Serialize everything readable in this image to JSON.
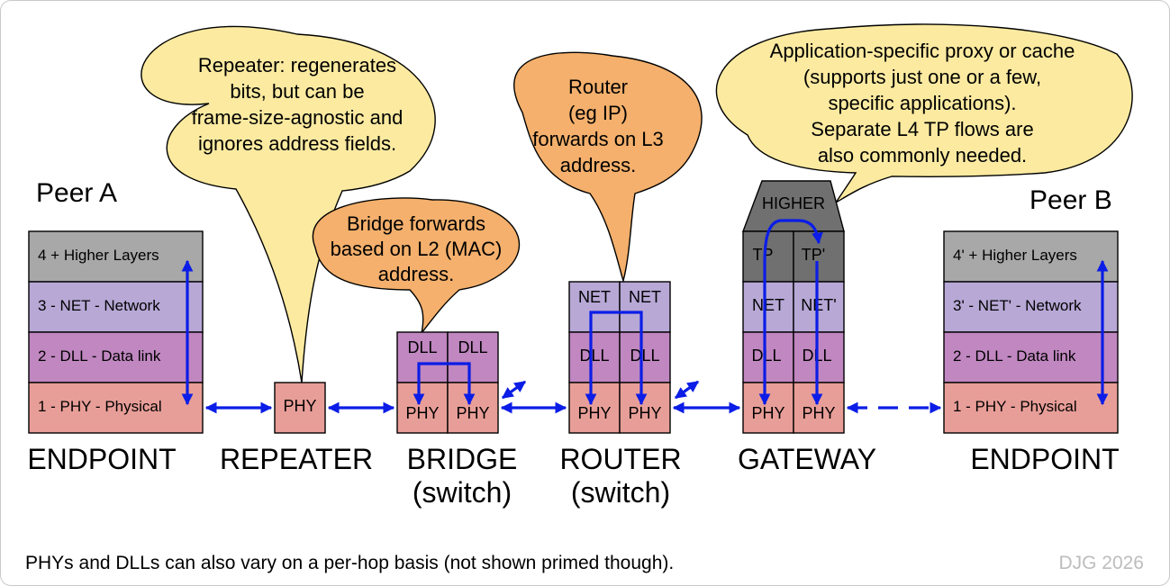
{
  "peers": {
    "a": "Peer A",
    "b": "Peer B"
  },
  "bubbles": {
    "repeater": [
      "Repeater: regenerates",
      "bits, but can be",
      "frame-size-agnostic and",
      "ignores address fields."
    ],
    "bridge": [
      "Bridge forwards",
      "based on L2 (MAC)",
      "address."
    ],
    "router": [
      "Router",
      "(eg IP)",
      "forwards on L3",
      "address."
    ],
    "gateway": [
      "Application-specific proxy or cache",
      "(supports just one or a few,",
      "specific applications).",
      "Separate L4 TP flows are",
      "also commonly needed."
    ]
  },
  "endpoint_a_layers": [
    "4 + Higher Layers",
    "3 - NET - Network",
    "2 - DLL - Data link",
    "1 - PHY - Physical"
  ],
  "endpoint_b_layers": [
    "4' + Higher Layers",
    "3' - NET' - Network",
    "2 - DLL - Data link",
    "1 - PHY - Physical"
  ],
  "repeater_cell": "PHY",
  "bridge_cells": {
    "dll_left": "DLL",
    "dll_right": "DLL",
    "phy_left": "PHY",
    "phy_right": "PHY"
  },
  "router_cells": {
    "net_left": "NET",
    "net_right": "NET",
    "dll_left": "DLL",
    "dll_right": "DLL",
    "phy_left": "PHY",
    "phy_right": "PHY"
  },
  "gateway_cells": {
    "higher": "HIGHER",
    "tp_left": "TP",
    "tp_right": "TP'",
    "net_left": "NET",
    "net_right": "NET'",
    "dll_left": "DLL",
    "dll_right": "DLL",
    "phy_left": "PHY",
    "phy_right": "PHY"
  },
  "labels": {
    "endpoint_a": "ENDPOINT",
    "repeater": "REPEATER",
    "bridge": [
      "BRIDGE",
      "(switch)"
    ],
    "router": [
      "ROUTER",
      "(switch)"
    ],
    "gateway": "GATEWAY",
    "endpoint_b": "ENDPOINT"
  },
  "footer": "PHYs and DLLs can also vary on a per-hop basis (not shown primed though).",
  "copyright": "DJG 2026",
  "colors": {
    "layer4": "#a8a8a8",
    "layer3": "#b7a8d6",
    "layer2": "#c087c0",
    "layer1": "#e89e98",
    "higher": "#707070",
    "bubble_yellow": "#fbeaa0",
    "bubble_orange": "#f4b06c",
    "arrow": "#0b1de6"
  }
}
